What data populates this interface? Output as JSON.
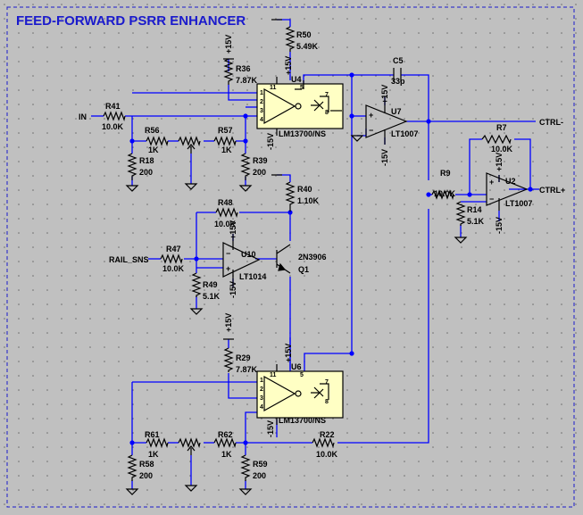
{
  "title": "FEED-FORWARD PSRR ENHANCER",
  "colors": {
    "background": "#c0c0c0",
    "wire": "#0000ff",
    "chip": "#ffffc4",
    "title": "#1a1acc"
  },
  "resistors": {
    "R50": {
      "ref": "R50",
      "value": "5.49K"
    },
    "R36": {
      "ref": "R36",
      "value": "7.87K"
    },
    "R41": {
      "ref": "R41",
      "value": "10.0K"
    },
    "R56": {
      "ref": "R56",
      "value": "1K"
    },
    "R57": {
      "ref": "R57",
      "value": "1K"
    },
    "R18": {
      "ref": "R18",
      "value": "200"
    },
    "R39": {
      "ref": "R39",
      "value": "200"
    },
    "R40": {
      "ref": "R40",
      "value": "1.10K"
    },
    "R48": {
      "ref": "R48",
      "value": "10.0K"
    },
    "R47": {
      "ref": "R47",
      "value": "10.0K"
    },
    "R49": {
      "ref": "R49",
      "value": "5.1K"
    },
    "R29": {
      "ref": "R29",
      "value": "7.87K"
    },
    "R61": {
      "ref": "R61",
      "value": "1K"
    },
    "R62": {
      "ref": "R62",
      "value": "1K"
    },
    "R58": {
      "ref": "R58",
      "value": "200"
    },
    "R59": {
      "ref": "R59",
      "value": "200"
    },
    "R22": {
      "ref": "R22",
      "value": "10.0K"
    },
    "R9": {
      "ref": "R9",
      "value": "10.0K"
    },
    "R14": {
      "ref": "R14",
      "value": "5.1K"
    },
    "R7": {
      "ref": "R7",
      "value": "10.0K"
    }
  },
  "capacitors": {
    "C5": {
      "ref": "C5",
      "value": "33p"
    }
  },
  "ics": {
    "U4": {
      "ref": "U4",
      "part": "LM13700/NS"
    },
    "U6": {
      "ref": "U6",
      "part": "LM13700/NS"
    },
    "U7": {
      "ref": "U7",
      "part": "LT1007"
    },
    "U10": {
      "ref": "U10",
      "part": "LT1014"
    },
    "U2": {
      "ref": "U2",
      "part": "LT1007"
    }
  },
  "transistor": {
    "ref": "Q1",
    "part": "2N3906"
  },
  "supplies": {
    "pos": "+15V",
    "neg": "-15V"
  },
  "pins": {
    "p1": "1",
    "p2": "2",
    "p3": "3",
    "p4": "4",
    "p5": "5",
    "p6": "6",
    "p7": "7",
    "p8": "8",
    "p11": "11"
  },
  "nets": {
    "in": "IN",
    "rail": "RAIL_SNS",
    "ctrl_minus": "CTRL-",
    "ctrl_plus": "CTRL+"
  }
}
